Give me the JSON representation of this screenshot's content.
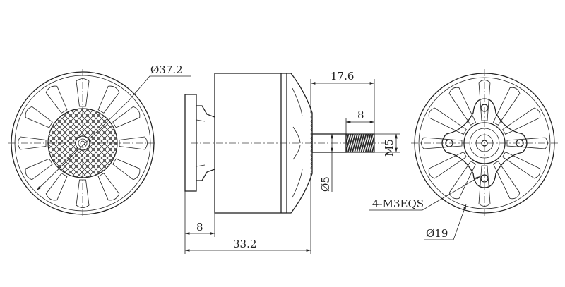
{
  "drawing": {
    "front_view": {
      "diameter_label": "Ø37.2"
    },
    "side_view": {
      "shaft_length_label": "17.6",
      "thread_length_label": "8",
      "thread_size_label": "M5",
      "shaft_diameter_label": "Ø5",
      "base_thickness_label": "8",
      "overall_length_label": "33.2"
    },
    "rear_view": {
      "mount_holes_label": "4-M3EQS",
      "hole_circle_label": "Ø19"
    }
  }
}
